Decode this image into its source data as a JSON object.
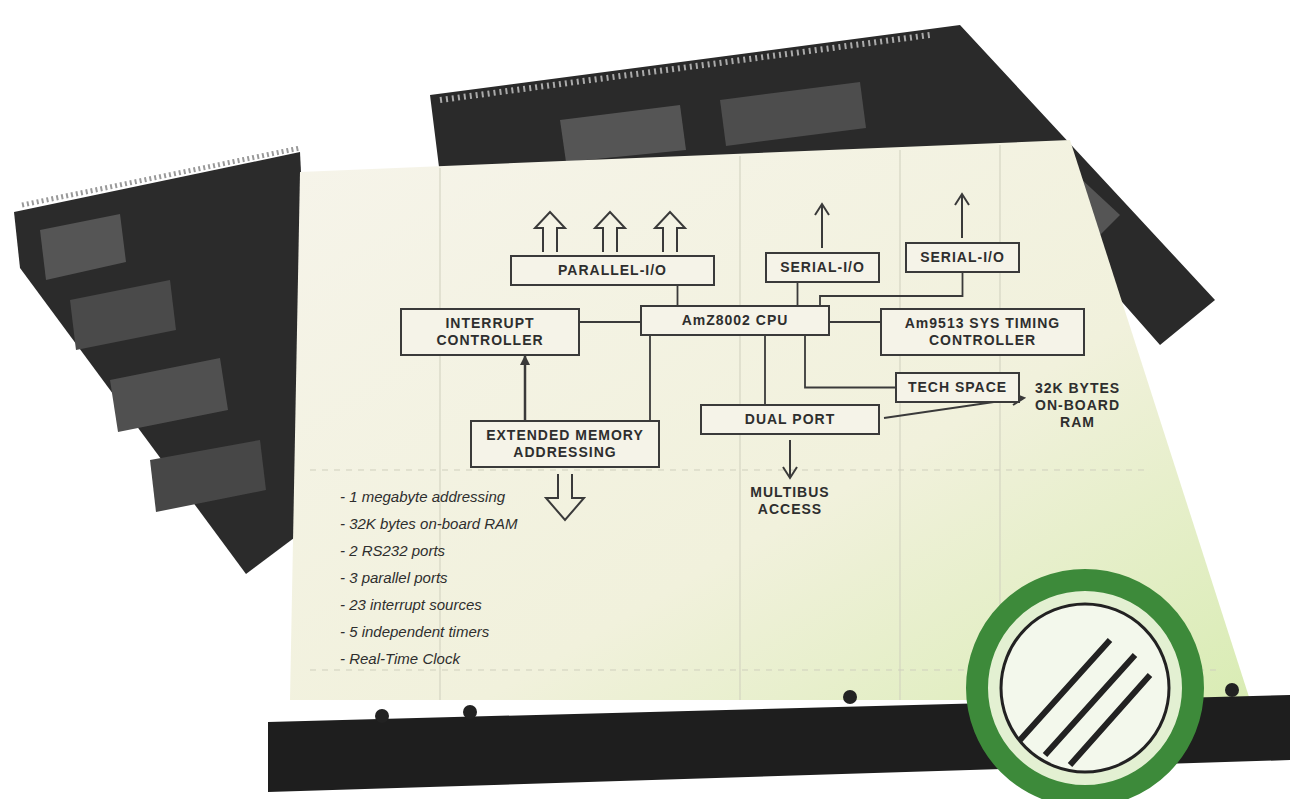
{
  "diagram": {
    "nodes": [
      {
        "text": [
          "PARALLEL-I/O"
        ]
      },
      {
        "text": [
          "SERIAL-I/O"
        ]
      },
      {
        "text": [
          "SERIAL-I/O"
        ]
      },
      {
        "text": [
          "INTERRUPT CONTROLLER"
        ]
      },
      {
        "text": [
          "AmZ8002 CPU"
        ]
      },
      {
        "text": [
          "Am9513 SYS TIMING CONTROLLER"
        ]
      },
      {
        "text": [
          "TECH SPACE"
        ]
      },
      {
        "text": [
          "EXTENDED MEMORY ADDRESSING"
        ]
      },
      {
        "text": [
          "DUAL PORT"
        ]
      }
    ],
    "edges": [
      {
        "from": 4,
        "to": 0,
        "arrow": "none"
      },
      {
        "from": 4,
        "to": 1,
        "arrow": "none"
      },
      {
        "from": 4,
        "to": 2,
        "arrow": "none"
      },
      {
        "from": 4,
        "to": 3,
        "arrow": "none"
      },
      {
        "from": 4,
        "to": 5,
        "arrow": "none"
      },
      {
        "from": 4,
        "to": 6,
        "arrow": "none"
      },
      {
        "from": 4,
        "to": 8,
        "arrow": "none"
      },
      {
        "from": 4,
        "to": 7,
        "arrow": "none"
      },
      {
        "from": 7,
        "to": 3,
        "arrow": "to"
      }
    ],
    "labels": [
      "32K BYTES ON-BOARD RAM",
      "MULTIBUS ACCESS",
      "- 1 megabyte addressing",
      "- 32K bytes on-board RAM",
      "- 2 RS232 ports",
      "- 3 parallel ports",
      "- 23 interrupt sources",
      "- 5 independent timers",
      "- Real-Time Clock"
    ]
  }
}
